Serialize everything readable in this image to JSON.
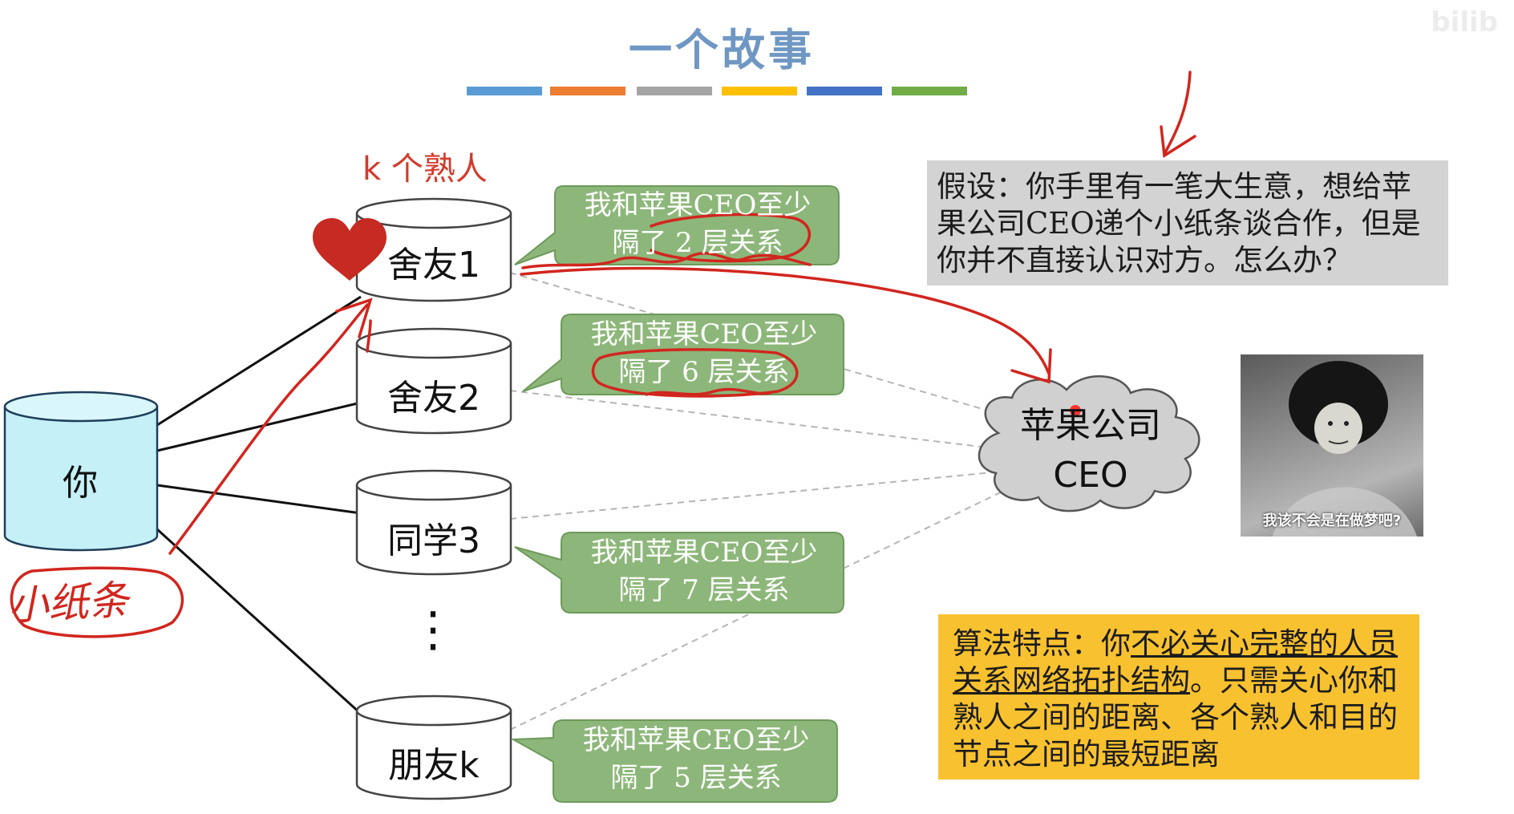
{
  "title": "一个故事",
  "watermark": "bilib",
  "color_bar": [
    "#5b9bd5",
    "#ed7d31",
    "#a5a5a5",
    "#ffc000",
    "#4472c4",
    "#70ad47"
  ],
  "k_label": "k 个熟人",
  "you": "你",
  "handwritten_note": "小纸条",
  "nodes": [
    {
      "label": "舍友1"
    },
    {
      "label": "舍友2"
    },
    {
      "label": "同学3"
    },
    {
      "label": "朋友k"
    }
  ],
  "ellipsis": "⋮",
  "bubbles": [
    {
      "line1": "我和苹果CEO至少",
      "line2": "隔了 2 层关系"
    },
    {
      "line1": "我和苹果CEO至少",
      "line2": "隔了 6 层关系"
    },
    {
      "line1": "我和苹果CEO至少",
      "line2": "隔了 7 层关系"
    },
    {
      "line1": "我和苹果CEO至少",
      "line2": "隔了 5 层关系"
    }
  ],
  "target": {
    "line1": "苹果公司",
    "line2": "CEO"
  },
  "assumption": "假设：你手里有一笔大生意，想给苹果公司CEO递个小纸条谈合作，但是你并不直接认识对方。怎么办？",
  "algorithm": {
    "prefix": "算法特点：你",
    "underlined": "不必关心完整的人员关系网络拓扑结构",
    "suffix": "。只需关心你和熟人之间的距离、各个熟人和目的节点之间的最短距离"
  },
  "meme_caption": "我该不会是在做梦吧?",
  "colors": {
    "title": "#6f97c4",
    "bubble_fill": "#8db77a",
    "you_fill": "#c5f0f7",
    "cloud_fill": "#d0d0d0",
    "assumption_bg": "#d3d3d3",
    "algorithm_bg": "#f8c12f",
    "ink": "#d1261e",
    "heart": "#c62a22"
  }
}
